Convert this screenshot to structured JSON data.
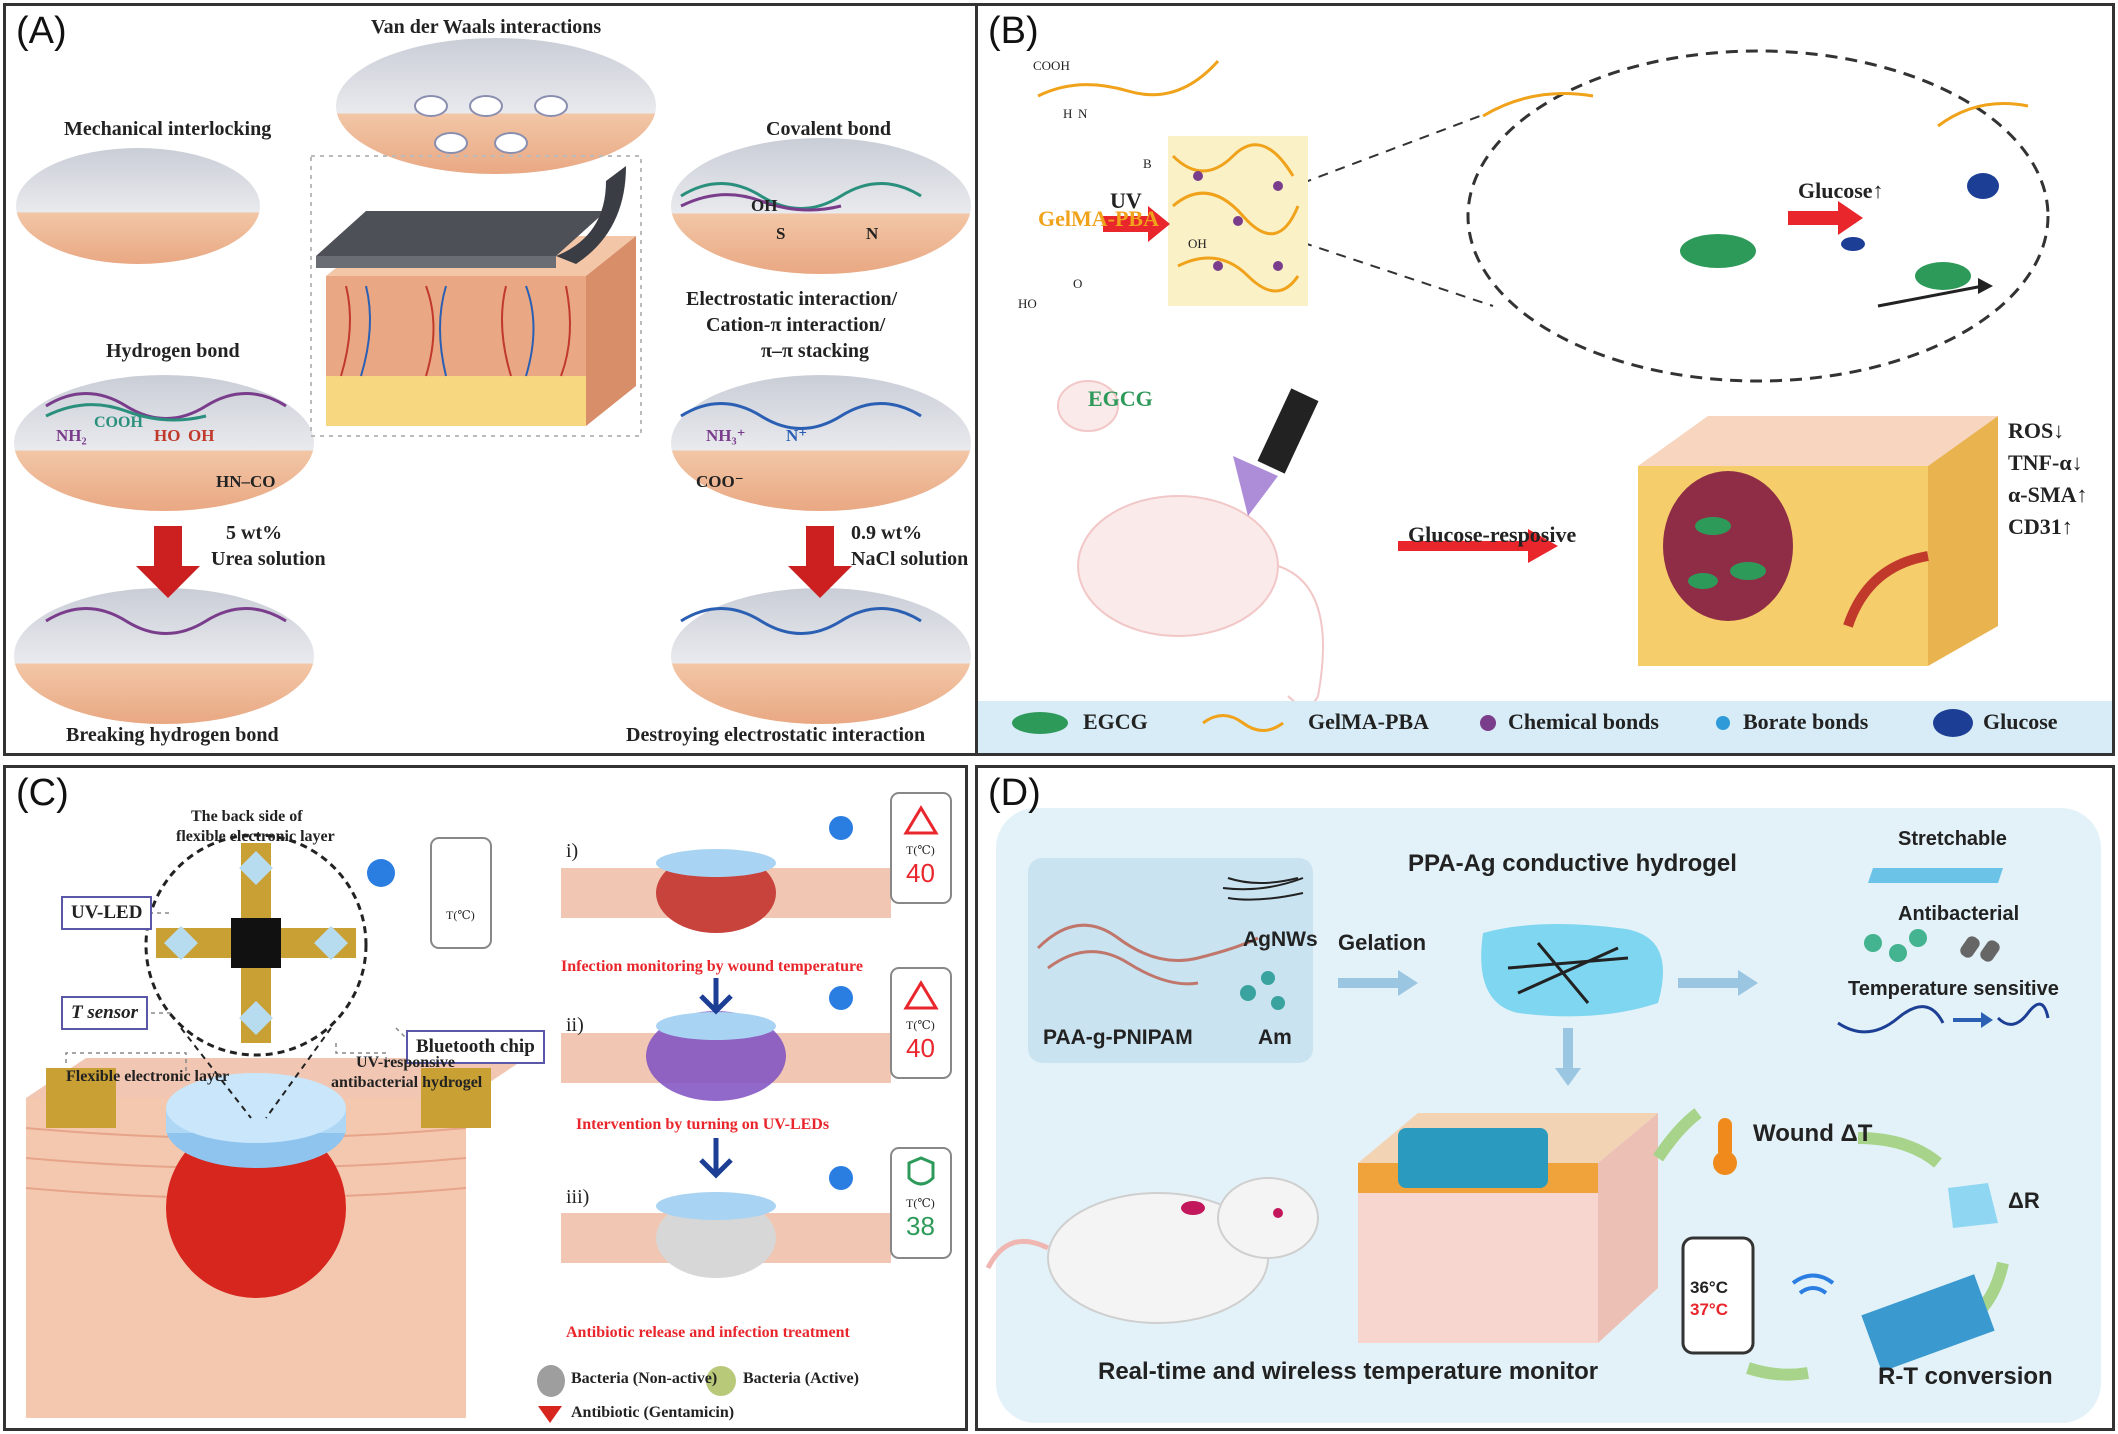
{
  "panels": {
    "A": {
      "label": "(A)",
      "van_der_waals": "Van der Waals interactions",
      "mechanical": "Mechanical interlocking",
      "covalent": "Covalent bond",
      "hydrogen": "Hydrogen bond",
      "electrostatic_1": "Electrostatic interaction/",
      "electrostatic_2": "Cation-π interaction/",
      "electrostatic_3": "π–π stacking",
      "urea_1": "5 wt%",
      "urea_2": "Urea solution",
      "nacl_1": "0.9 wt%",
      "nacl_2": "NaCl solution",
      "breaking": "Breaking hydrogen bond",
      "destroying": "Destroying electrostatic interaction",
      "chem_labels": {
        "nh2": "NH₂",
        "cooh": "COOH",
        "ho": "HO",
        "oh": "OH",
        "hn_co": "HN–CO",
        "coo": "COO⁻",
        "nh3": "NH₃⁺",
        "n_plus": "N⁺",
        "oh_cov": "OH",
        "s": "S",
        "n": "N"
      }
    },
    "B": {
      "label": "(B)",
      "gelma": "GelMA-PBA",
      "egcg": "EGCG",
      "uv": "UV",
      "glucose_up": "Glucose↑",
      "glucose_responsive": "Glucose-resposive",
      "outcomes": [
        "ROS↓",
        "TNF-α↓",
        "α-SMA↑",
        "CD31↑"
      ],
      "legend": [
        "EGCG",
        "GelMA-PBA",
        "Chemical bonds",
        "Borate bonds",
        "Glucose"
      ],
      "chem": {
        "ho": "HO",
        "oh": "OH",
        "cooh": "COOH",
        "o": "O",
        "h": "H",
        "n": "N",
        "b": "B"
      }
    },
    "C": {
      "label": "(C)",
      "back_side_1": "The back side of",
      "back_side_2": "flexible electronic layer",
      "uv_led": "UV-LED",
      "t_sensor": "T sensor",
      "bluetooth_chip": "Bluetooth chip",
      "flexible_layer": "Flexible electronic layer",
      "uv_hydrogel_1": "UV-responsive",
      "uv_hydrogel_2": "antibacterial hydrogel",
      "step_i": "i)",
      "step_ii": "ii)",
      "step_iii": "iii)",
      "caption_i": "Infection monitoring by wound temperature",
      "caption_ii": "Intervention by turning on  UV-LEDs",
      "caption_iii": "Antibiotic release and infection treatment",
      "phone_unit": "T(℃)",
      "temp_i": "40",
      "temp_ii": "40",
      "temp_iii": "38",
      "legend_non_active": "Bacteria (Non-active)",
      "legend_active": "Bacteria (Active)",
      "legend_antibiotic": "Antibiotic (Gentamicin)"
    },
    "D": {
      "label": "(D)",
      "title": "PPA-Ag conductive hydrogel",
      "agnws": "AgNWs",
      "am": "Am",
      "paa_pnipam": "PAA-g-PNIPAM",
      "gelation": "Gelation",
      "stretchable": "Stretchable",
      "antibacterial": "Antibacterial",
      "temp_sensitive": "Temperature sensitive",
      "wound_dt": "Wound ΔT",
      "delta_r": "ΔR",
      "rt_conversion": "R-T conversion",
      "monitor": "Real-time and wireless temperature monitor",
      "temp_36": "36°C",
      "temp_37": "37°C"
    }
  },
  "colors": {
    "frame": "#333333",
    "arrow_red": "#cc1f1f",
    "skin": "#f2c6a6",
    "panel_d_bg": "#e3f2f8",
    "legend_bg": "#d7ecf7",
    "label_red": "#e8262c",
    "egcg_green": "#2e9a5a",
    "gelma_orange": "#f0a21b"
  }
}
